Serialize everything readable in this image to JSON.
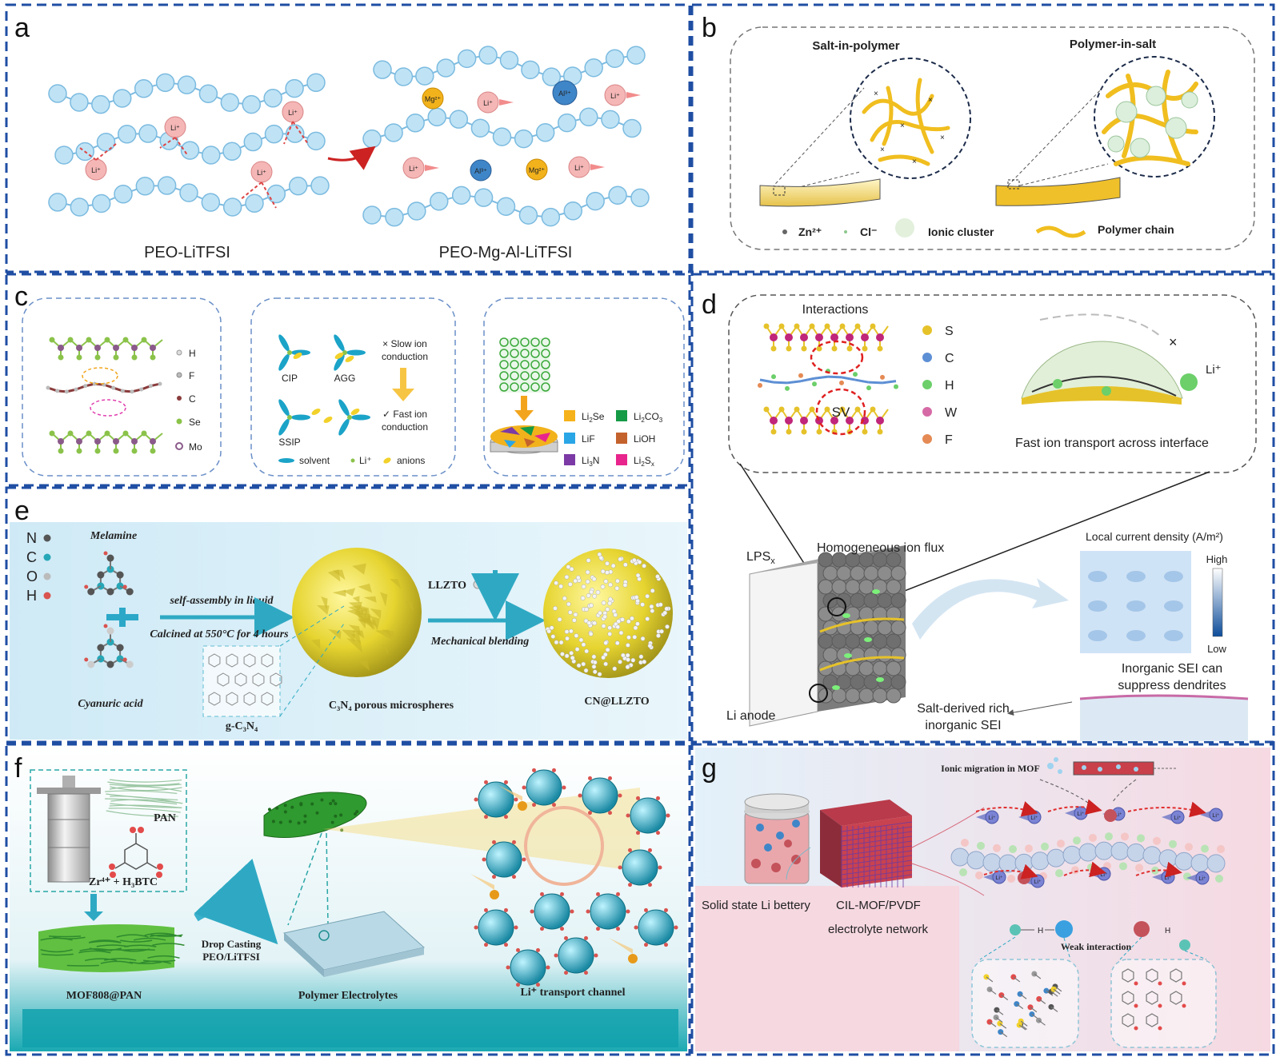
{
  "colors": {
    "frame": "#1f4ea3",
    "chain": "#bfe3f5",
    "chain_stroke": "#7cbbe0",
    "li_ion": "#f5b6b6",
    "mg_ion": "#f2b21c",
    "al_ion": "#3f86c8",
    "polymer": "#f0be1f",
    "cyan": "#1fa6b7",
    "pink_bg": "#f7dbe3"
  },
  "panels": {
    "a": {
      "letter": "a",
      "ion_li": "Li⁺",
      "ion_mg": "Mg²⁺",
      "ion_al": "Al³⁺",
      "left_caption": "PEO-LiTFSI",
      "right_caption": "PEO-Mg-Al-LiTFSI"
    },
    "b": {
      "letter": "b",
      "left_title": "Salt-in-polymer",
      "right_title": "Polymer-in-salt",
      "legend": {
        "zn": "Zn²⁺",
        "cl": "Cl⁻",
        "cluster": "Ionic cluster",
        "chain": "Polymer chain"
      }
    },
    "c": {
      "letter": "c",
      "atoms": [
        "H",
        "F",
        "C",
        "Se",
        "Mo"
      ],
      "species": {
        "cip": "CIP",
        "agg": "AGG",
        "ssip": "SSIP"
      },
      "slow": [
        "× Slow ion",
        "conduction"
      ],
      "fast": [
        "✓ Fast ion",
        "conduction"
      ],
      "legend2": {
        "solvent": "solvent",
        "li": "Li⁺",
        "anions": "anions"
      },
      "sei": [
        {
          "base": "Li",
          "sub": "2",
          "tail": "Se",
          "color": "#f6b21a"
        },
        {
          "base": "Li",
          "sub": "2",
          "tail": "CO",
          "sub2": "3",
          "color": "#159a46"
        },
        {
          "base": "LiF",
          "sub": "",
          "tail": "",
          "color": "#2aa6e6"
        },
        {
          "base": "LiOH",
          "sub": "",
          "tail": "",
          "color": "#c4622d"
        },
        {
          "base": "Li",
          "sub": "3",
          "tail": "N",
          "color": "#7b3aa5"
        },
        {
          "base": "Li",
          "sub": "2",
          "tail": "S",
          "sub2": "x",
          "color": "#e8258c"
        }
      ]
    },
    "d": {
      "letter": "d",
      "interactions": "Interactions",
      "sv": "SV",
      "atoms": [
        {
          "label": "S",
          "color": "#e6c22a"
        },
        {
          "label": "C",
          "color": "#5d8fd4"
        },
        {
          "label": "H",
          "color": "#6ccf6a"
        },
        {
          "label": "W",
          "color": "#d66aa6"
        },
        {
          "label": "F",
          "color": "#e58a54"
        }
      ],
      "li_label": "Li⁺",
      "fast_transport": "Fast ion transport across interface",
      "lps": "LPS",
      "lps_sub": "x",
      "homogeneous": "Homogeneous ion flux",
      "local_current": "Local current density (A/m²)",
      "high": "High",
      "low": "Low",
      "inorganic_sei": [
        "Inorganic SEI can",
        "suppress dendrites"
      ],
      "li_anode": "Li anode",
      "salt_derived": [
        "Salt-derived rich",
        "inorganic SEI"
      ]
    },
    "e": {
      "letter": "e",
      "atoms": [
        {
          "label": "N",
          "color": "#555555"
        },
        {
          "label": "C",
          "color": "#25a7b7"
        },
        {
          "label": "O",
          "color": "#bbbbbb"
        },
        {
          "label": "H",
          "color": "#d9534f"
        }
      ],
      "melamine": "Melamine",
      "cyanuric": "Cyanuric acid",
      "step1": "self-assembly in liquid",
      "step2": "Calcined at 550°C for 4 hours",
      "gc3n4": "g-C₃N₄",
      "microspheres": "C₃N₄ porous microspheres",
      "llzto": "LLZTO",
      "blending": "Mechanical blending",
      "product": "CN@LLZTO"
    },
    "f": {
      "letter": "f",
      "pan": "PAN",
      "zr": "Zr⁴⁺ + H₃BTC",
      "mof808": "MOF808@PAN",
      "drop": [
        "Drop Casting",
        "PEO/LiTFSI"
      ],
      "polymer_el": "Polymer Electrolytes",
      "channel": "Li⁺ transport channel"
    },
    "g": {
      "letter": "g",
      "migration": "Ionic migration in MOF",
      "battery": "Solid state Li bettery",
      "network": [
        "CIL-MOF/PVDF",
        "electrolyte network"
      ],
      "weak": "Weak interaction",
      "li": "Li⁺",
      "h": "H"
    }
  }
}
